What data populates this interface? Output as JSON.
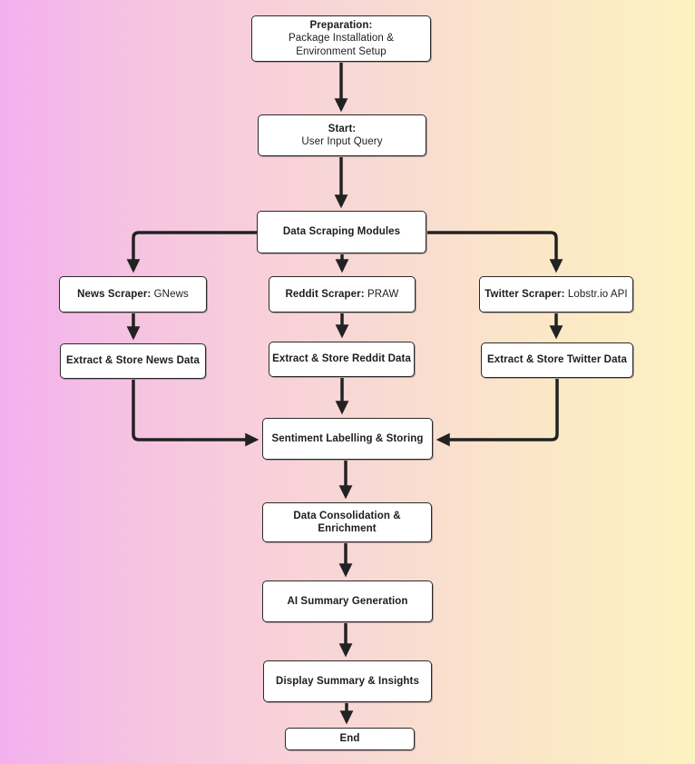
{
  "diagram_type": "flowchart",
  "nodes": {
    "preparation": {
      "title": "Preparation:",
      "line1": "Package Installation &",
      "line2": "Environment Setup"
    },
    "start": {
      "title": "Start:",
      "line1": "User Input Query"
    },
    "scraping_modules": {
      "label": "Data Scraping Modules"
    },
    "news_scraper": {
      "bold": "News Scraper:",
      "rest": " GNews"
    },
    "reddit_scraper": {
      "bold": "Reddit Scraper:",
      "rest": " PRAW"
    },
    "twitter_scraper": {
      "bold": "Twitter Scraper:",
      "rest": " Lobstr.io API"
    },
    "extract_news": {
      "label": "Extract & Store News Data"
    },
    "extract_reddit": {
      "label": "Extract & Store Reddit Data"
    },
    "extract_twitter": {
      "label": "Extract & Store Twitter Data"
    },
    "sentiment": {
      "label": "Sentiment Labelling & Storing"
    },
    "consolidation": {
      "line1": "Data Consolidation &",
      "line2": "Enrichment"
    },
    "ai_summary": {
      "label": "AI Summary Generation"
    },
    "display_summary": {
      "label": "Display Summary & Insights"
    },
    "end": {
      "label": "End"
    }
  },
  "edges": [
    "preparation -> start",
    "start -> scraping_modules",
    "scraping_modules -> news_scraper",
    "scraping_modules -> reddit_scraper",
    "scraping_modules -> twitter_scraper",
    "news_scraper -> extract_news",
    "reddit_scraper -> extract_reddit",
    "twitter_scraper -> extract_twitter",
    "extract_news -> sentiment",
    "extract_reddit -> sentiment",
    "extract_twitter -> sentiment",
    "sentiment -> consolidation",
    "consolidation -> ai_summary",
    "ai_summary -> display_summary",
    "display_summary -> end"
  ],
  "colors": {
    "box_background": "#ffffff",
    "box_border": "#2b2b2b",
    "text": "#1d1d1f",
    "arrow": "#222222",
    "background_left": "#f3b0ee",
    "background_middle": "#f8d2d8",
    "background_right": "#fdf2c2"
  }
}
